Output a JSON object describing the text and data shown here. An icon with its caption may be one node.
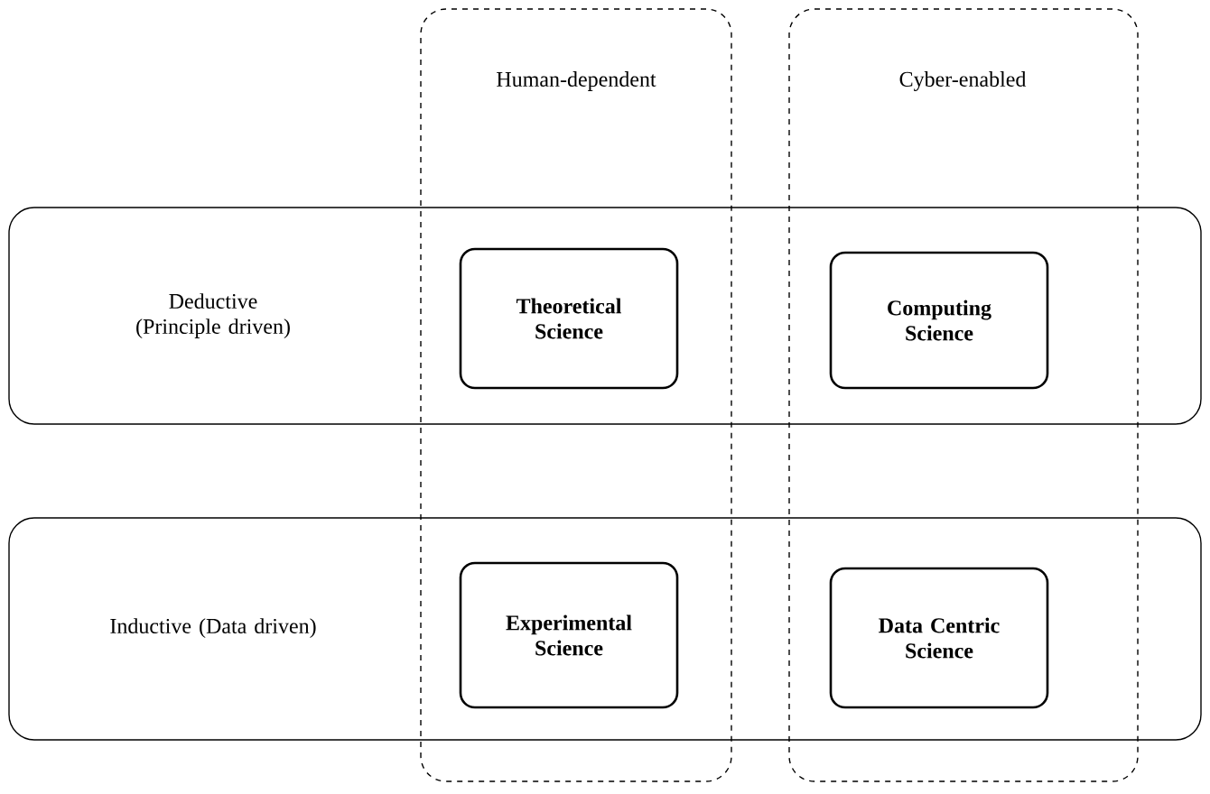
{
  "diagram": {
    "nodes": [
      {
        "text": [
          "Human-dependent"
        ]
      },
      {
        "text": [
          "Cyber-enabled"
        ]
      },
      {
        "text": [
          "Deductive (Principle driven)"
        ]
      },
      {
        "text": [
          "Theoretical Science"
        ]
      },
      {
        "text": [
          "Computing Science"
        ]
      },
      {
        "text": [
          "Inductive (Data driven)"
        ]
      },
      {
        "text": [
          "Experimental Science"
        ]
      },
      {
        "text": [
          "Data Centric Science"
        ]
      }
    ]
  }
}
